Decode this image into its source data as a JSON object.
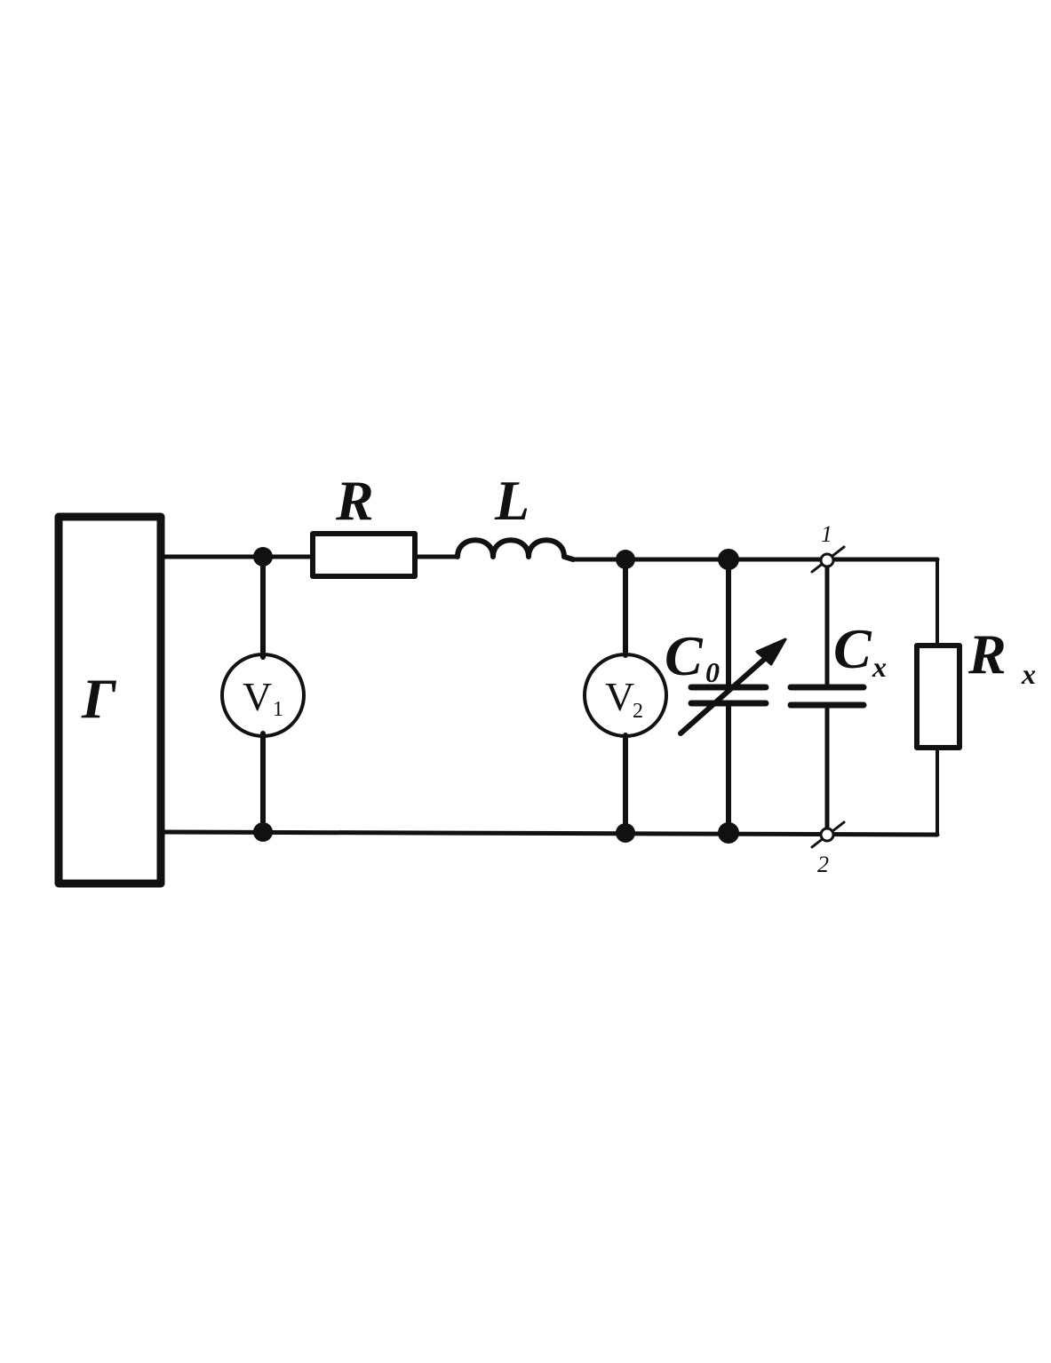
{
  "diagram": {
    "generator": {
      "label": "Г"
    },
    "resistor": {
      "label": "R"
    },
    "inductor": {
      "label": "L"
    },
    "voltmeter1": {
      "letter": "V",
      "index": "1"
    },
    "voltmeter2": {
      "letter": "V",
      "index": "2"
    },
    "capacitor0": {
      "letter": "C",
      "index": "0"
    },
    "capacitorx": {
      "letter": "C",
      "index": "x"
    },
    "resistorx": {
      "letter": "R",
      "index": "x"
    },
    "terminal1": {
      "label": "1"
    },
    "terminal2": {
      "label": "2"
    }
  },
  "colors": {
    "ink": "#111111",
    "paper": "#ffffff"
  }
}
